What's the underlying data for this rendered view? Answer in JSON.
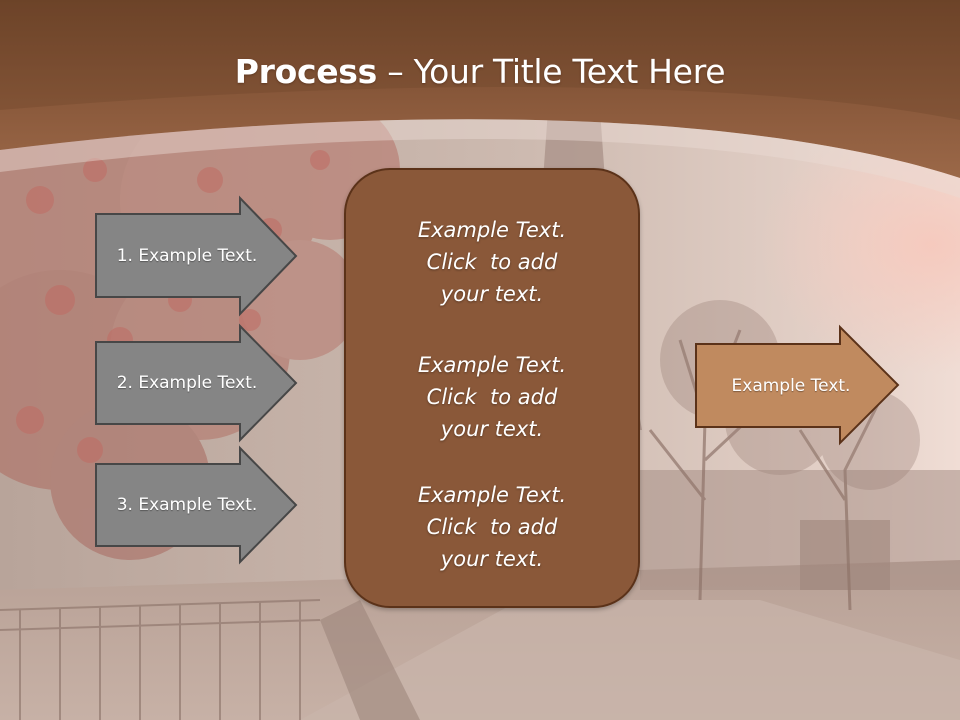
{
  "slide": {
    "title": {
      "emphasis": "Process",
      "separator": " – ",
      "rest": "Your Title Text Here"
    },
    "input_arrows": [
      {
        "label": "1. Example Text."
      },
      {
        "label": "2. Example Text."
      },
      {
        "label": "3. Example Text."
      }
    ],
    "center_box": {
      "blocks": [
        {
          "lines": [
            "Example Text.",
            "Click  to add",
            "your text."
          ]
        },
        {
          "lines": [
            "Example Text.",
            "Click  to add",
            "your text."
          ]
        },
        {
          "lines": [
            "Example Text.",
            "Click  to add",
            "your text."
          ]
        }
      ]
    },
    "output_arrow": {
      "label": "Example Text."
    },
    "colors": {
      "header_brown": "#8b5a3c",
      "box_brown": "#8a5839",
      "gray_arrow": "#858585",
      "tan_arrow": "#c08a5f"
    }
  }
}
